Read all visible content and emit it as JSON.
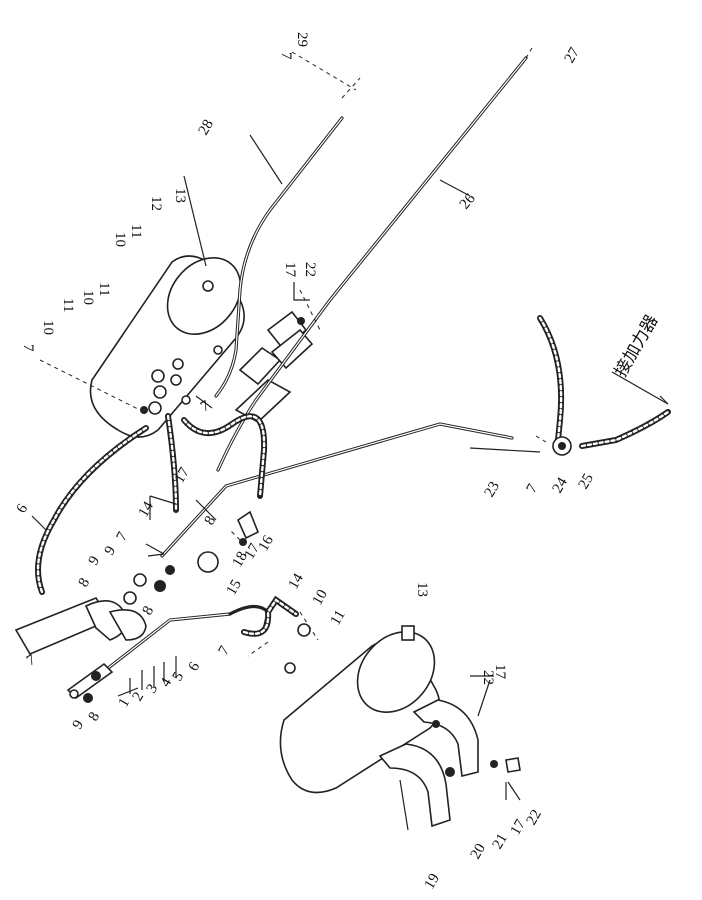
{
  "labels": {
    "l1": "1",
    "l2": "2",
    "l3": "3",
    "l4": "4",
    "l5": "5",
    "l6": "6",
    "l7a": "7",
    "l7b": "7",
    "l7c": "7",
    "l7d": "7",
    "l7e": "7",
    "l7f": "7",
    "l7g": "7",
    "l8a": "8",
    "l8b": "8",
    "l8c": "8",
    "l8d": "8",
    "l9a": "9",
    "l9b": "9",
    "l9c": "9",
    "l10a": "10",
    "l10b": "10",
    "l10c": "10",
    "l10d": "10",
    "l11a": "11",
    "l11b": "11",
    "l11c": "11",
    "l11d": "11",
    "l12": "12",
    "l13a": "13",
    "l13b": "13",
    "l14a": "14",
    "l14b": "14",
    "l15": "15",
    "l16": "16",
    "l17a": "17",
    "l17b": "17",
    "l17c": "17",
    "l17d": "17",
    "l18": "18",
    "l19": "19",
    "l20": "20",
    "l21": "21",
    "l22a": "22",
    "l22b": "22",
    "l22c": "22",
    "l23": "23",
    "l24": "24",
    "l25": "25",
    "l26": "26",
    "l27": "27",
    "l28": "28",
    "l29": "29"
  },
  "annotation": "接加力器"
}
